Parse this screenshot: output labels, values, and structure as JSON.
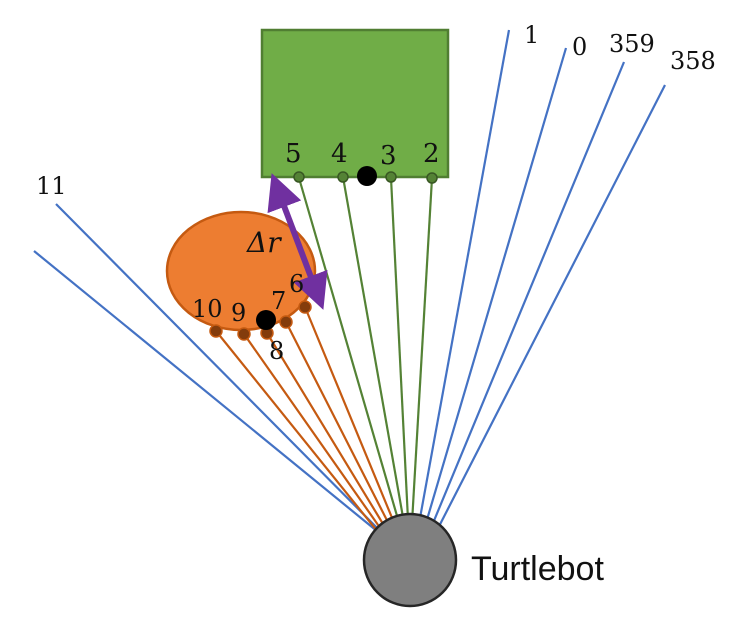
{
  "robot_label": "Turtlebot",
  "delta_label": "Δr",
  "beam_labels": {
    "b11": "11",
    "b1": "1",
    "b0": "0",
    "b359": "359",
    "b358": "358"
  },
  "box_point_labels": {
    "p5": "5",
    "p4": "4",
    "p3": "3",
    "p2": "2"
  },
  "ellipse_point_labels": {
    "p6": "6",
    "p7": "7",
    "p8": "8",
    "p9": "9",
    "p10": "10"
  },
  "colors": {
    "blue_ray": "#4472C4",
    "green_ray": "#548235",
    "orange_ray": "#C55A11",
    "box_fill": "#70AD47",
    "box_edge": "#507E32",
    "ellipse_fill": "#ED7D31",
    "ellipse_edge": "#C55A11",
    "robot_fill": "#7F7F7F",
    "arrow": "#7030A0"
  }
}
